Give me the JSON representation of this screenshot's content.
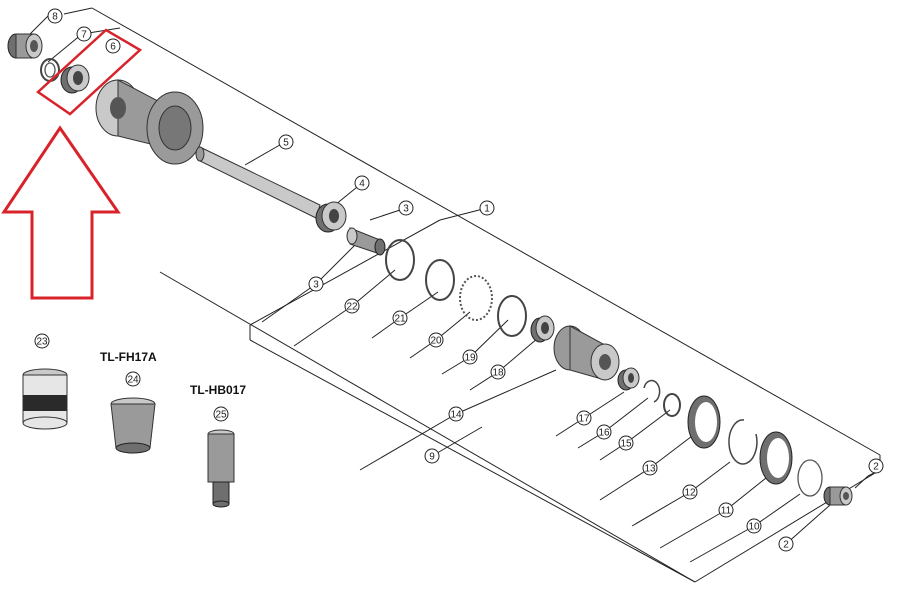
{
  "tools": {
    "tool_24": "TL-FH17A",
    "tool_25": "TL-HB017"
  },
  "callouts": [
    "1",
    "2",
    "2",
    "3",
    "3",
    "4",
    "5",
    "6",
    "7",
    "8",
    "9",
    "10",
    "11",
    "12",
    "13",
    "14",
    "15",
    "16",
    "17",
    "18",
    "19",
    "20",
    "21",
    "22",
    "23",
    "24",
    "25"
  ],
  "highlight": {
    "color": "#d8232a",
    "part": "6"
  }
}
